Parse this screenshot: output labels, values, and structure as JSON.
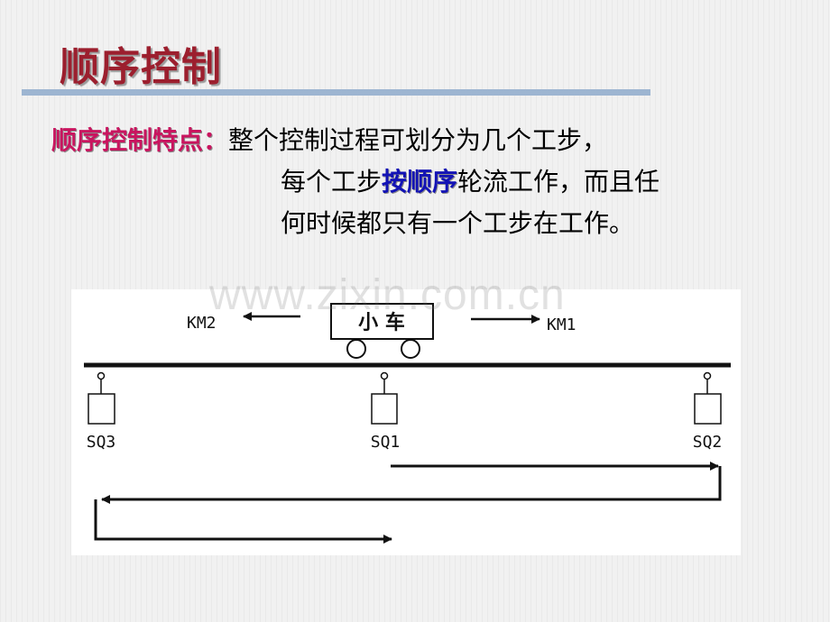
{
  "slide": {
    "title": "顺序控制",
    "label": "顺序控制特点：",
    "line1_text": "整个控制过程可划分为几个工步，",
    "line2_pre": "每个工步",
    "line2_highlight": "按顺序",
    "line2_post": "轮流工作，而且任",
    "line3_text": "何时候都只有一个工步在工作。"
  },
  "diagram": {
    "cart_label": "小 车",
    "left_arrow_label": "KM2",
    "right_arrow_label": "KM1",
    "switches": [
      "SQ3",
      "SQ1",
      "SQ2"
    ]
  },
  "watermark": "www.zixin.com.cn",
  "colors": {
    "title": "#9c1f2e",
    "label": "#c9155f",
    "highlight": "#1313b5",
    "rule": "#9db5d1"
  }
}
